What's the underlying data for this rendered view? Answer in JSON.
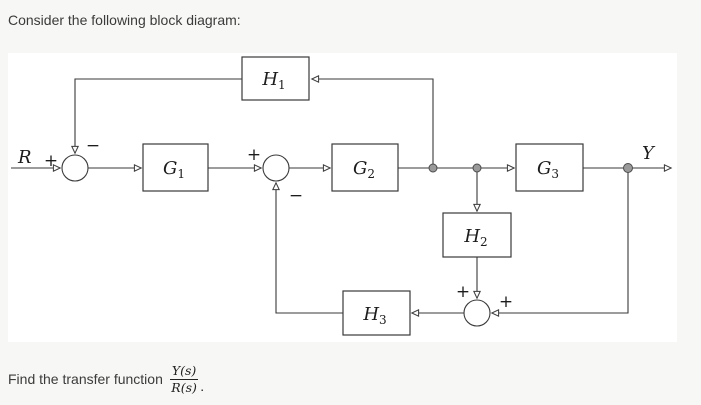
{
  "page": {
    "prompt": "Consider the following block diagram:",
    "question_prefix": "Find the transfer function",
    "fraction": {
      "numerator": "Y(s)",
      "denominator": "R(s)"
    },
    "question_suffix": "."
  },
  "diagram": {
    "input_label": "R",
    "output_label": "Y",
    "blocks": {
      "h1": {
        "main": "H",
        "sub": "1"
      },
      "g1": {
        "main": "G",
        "sub": "1"
      },
      "g2": {
        "main": "G",
        "sub": "2"
      },
      "g3": {
        "main": "G",
        "sub": "3"
      },
      "h2": {
        "main": "H",
        "sub": "2"
      },
      "h3": {
        "main": "H",
        "sub": "3"
      }
    },
    "signs": {
      "sum1_plus": "+",
      "sum1_minus": "−",
      "sum2_plus": "+",
      "sum2_minus": "−",
      "sum3_plus_top": "+",
      "sum3_plus_right": "+"
    },
    "colors": {
      "line": "#3a3a3a",
      "panel_bg": "#ffffff",
      "page_bg": "#f7f7f5",
      "text": "#3b3b3b"
    }
  }
}
